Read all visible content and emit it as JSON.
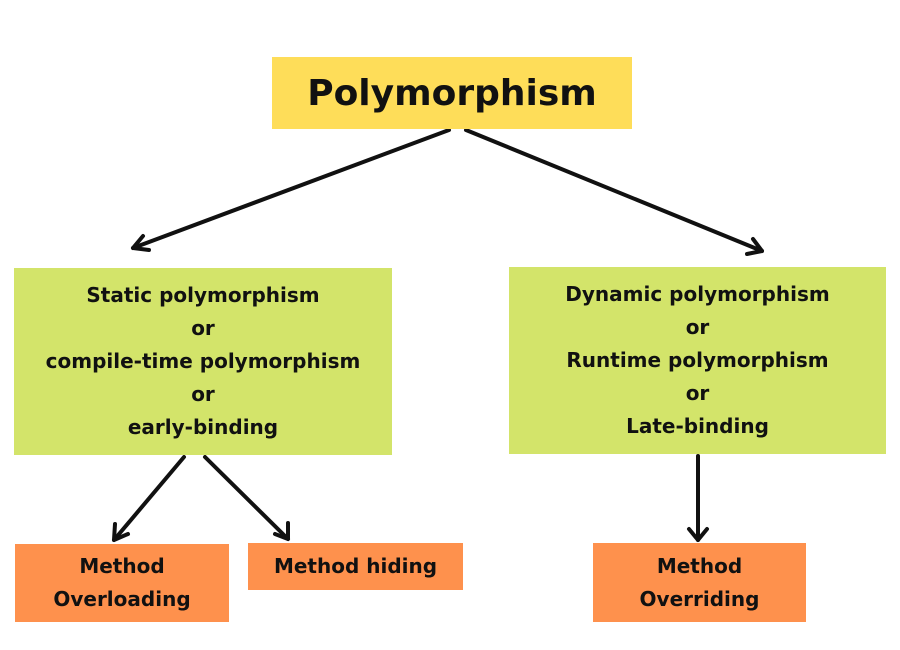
{
  "colors": {
    "root_fill": "#fedd59",
    "binding_fill": "#d3e46a",
    "leaf_fill": "#fe914d",
    "edge": "#111111"
  },
  "nodes": {
    "root": {
      "label": "Polymorphism"
    },
    "static": {
      "lines": [
        "Static polymorphism",
        "or",
        "compile-time polymorphism",
        "or",
        "early-binding"
      ]
    },
    "dynamic": {
      "lines": [
        "Dynamic polymorphism",
        "or",
        "Runtime polymorphism",
        "or",
        "Late-binding"
      ]
    },
    "overloading": {
      "lines": [
        "Method",
        "Overloading"
      ]
    },
    "hiding": {
      "lines": [
        "Method hiding"
      ]
    },
    "overriding": {
      "lines": [
        "Method",
        "Overriding"
      ]
    }
  },
  "edges": [
    {
      "from": "root",
      "to": "static"
    },
    {
      "from": "root",
      "to": "dynamic"
    },
    {
      "from": "static",
      "to": "overloading"
    },
    {
      "from": "static",
      "to": "hiding"
    },
    {
      "from": "dynamic",
      "to": "overriding"
    }
  ]
}
